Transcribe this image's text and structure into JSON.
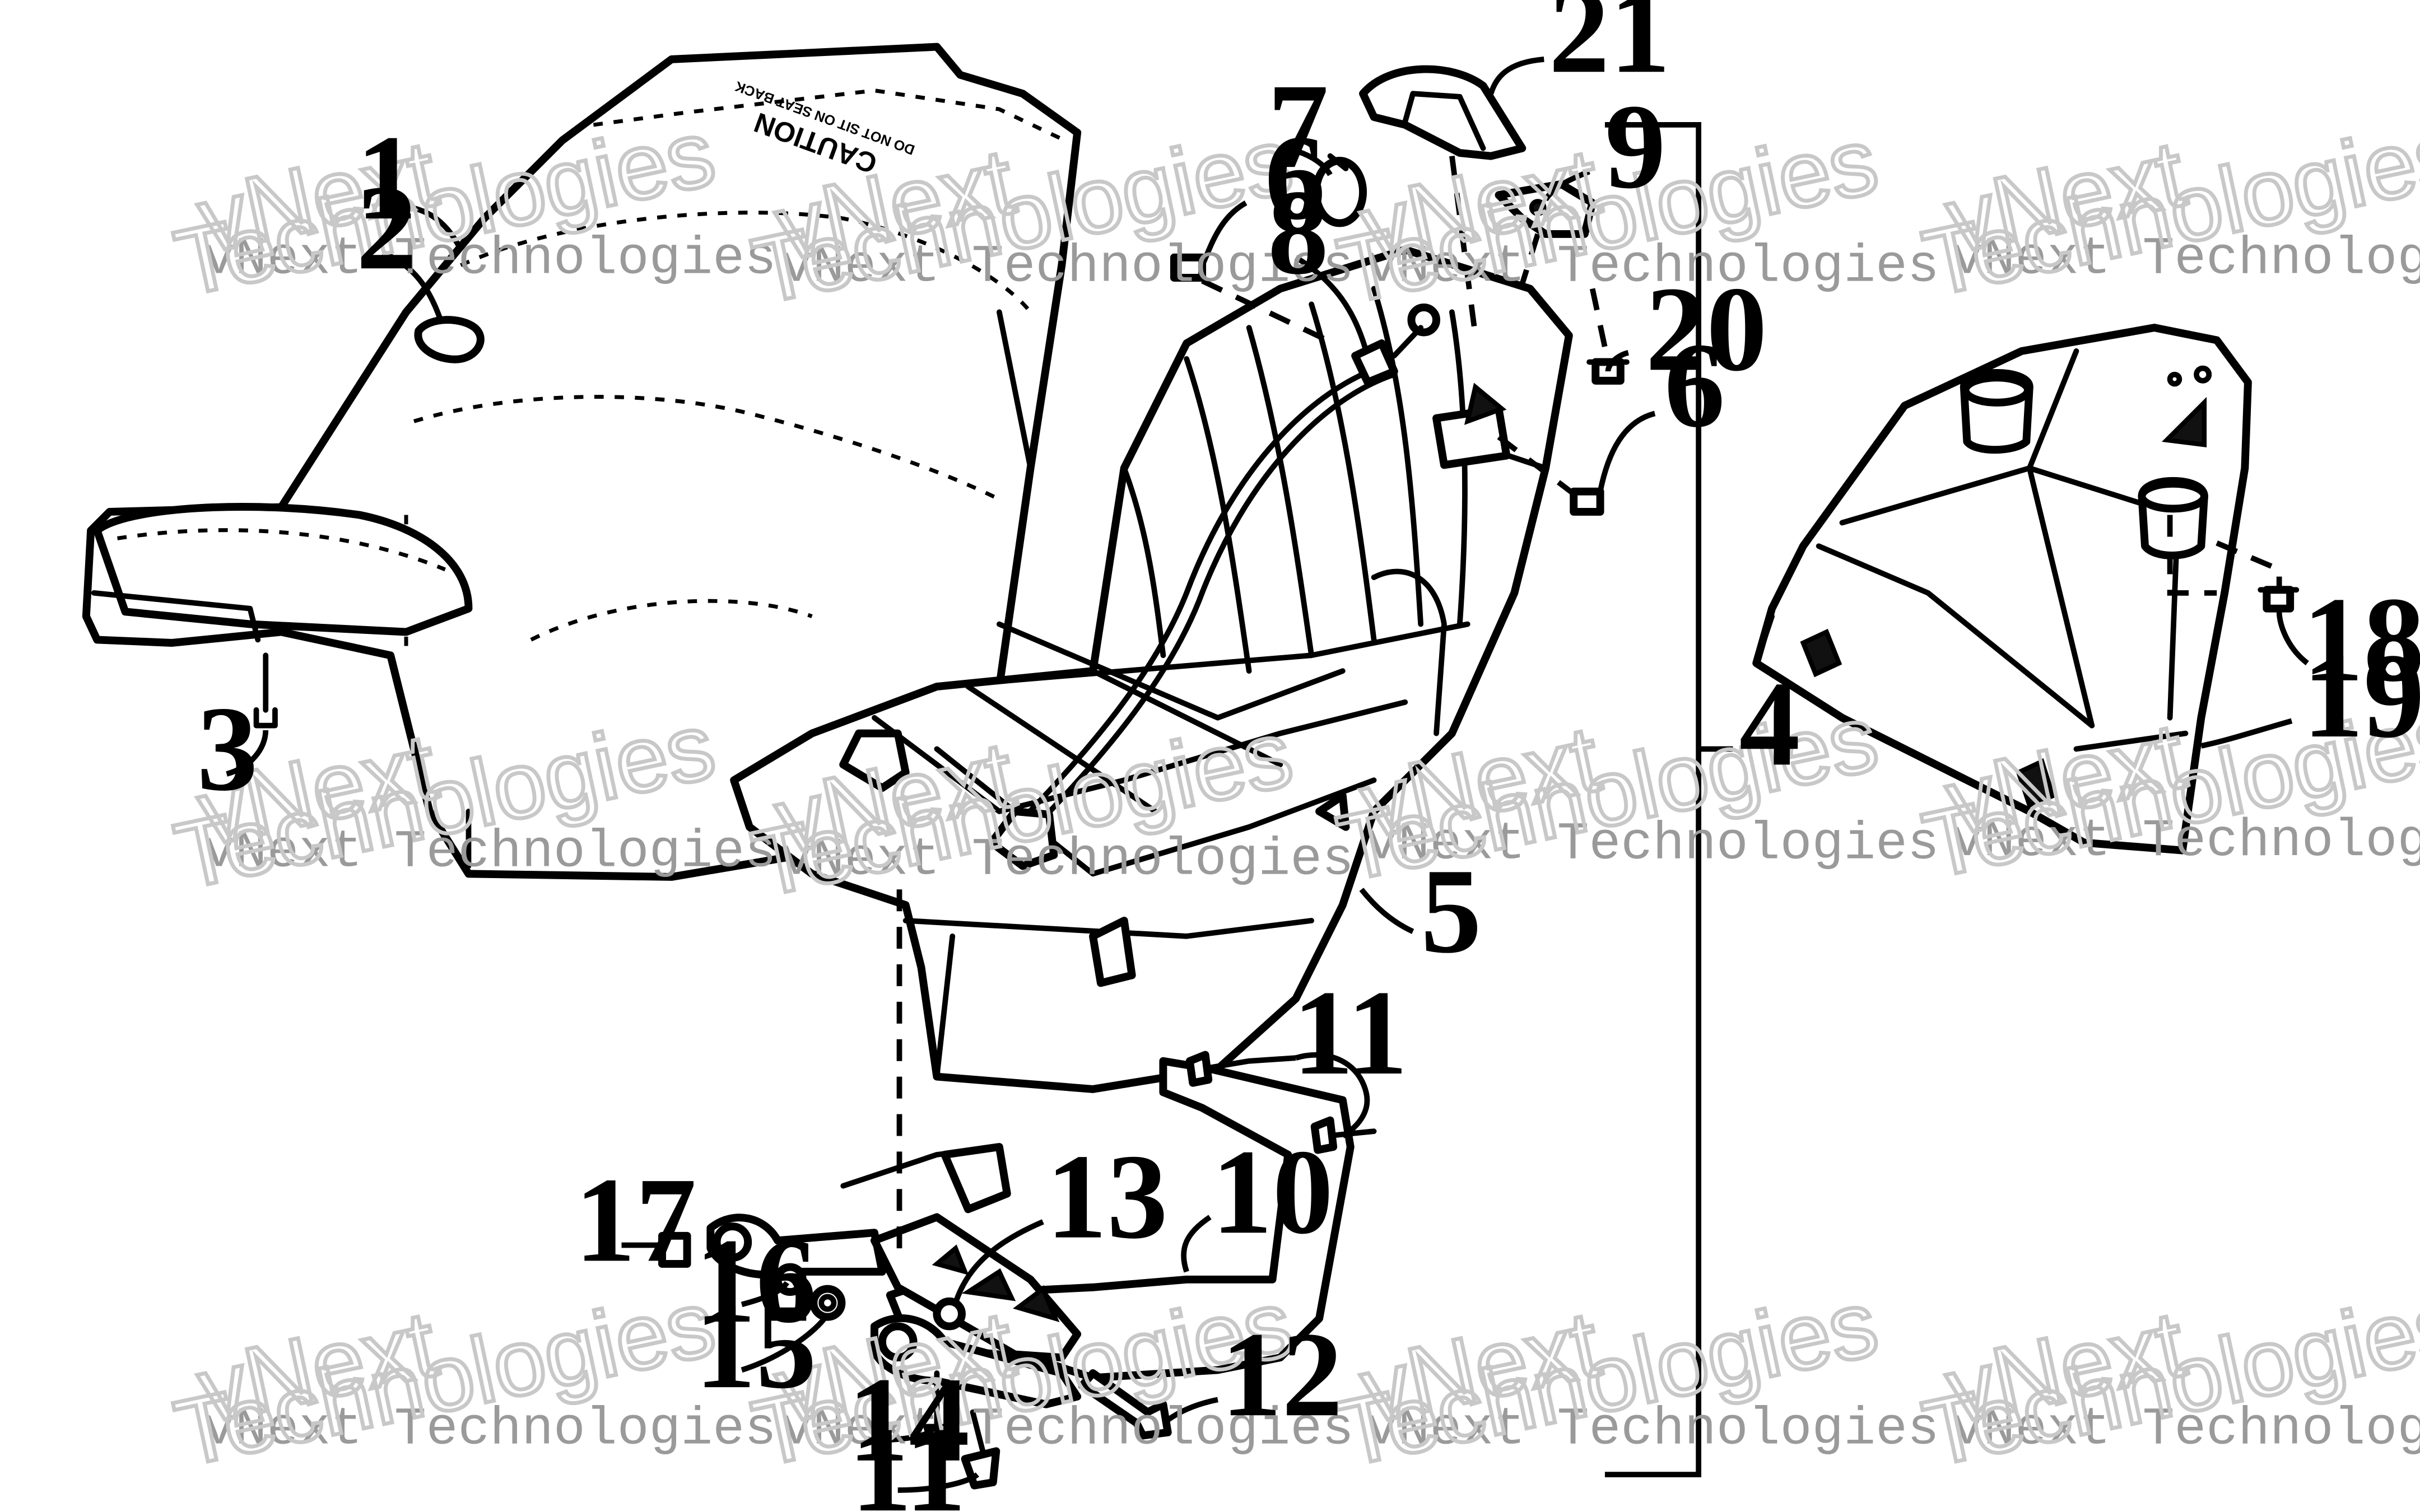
{
  "callouts": [
    {
      "id": "1",
      "label": "1"
    },
    {
      "id": "2",
      "label": "2"
    },
    {
      "id": "3",
      "label": "3"
    },
    {
      "id": "4",
      "label": "4"
    },
    {
      "id": "5",
      "label": "5"
    },
    {
      "id": "6a",
      "label": "6"
    },
    {
      "id": "6b",
      "label": "6"
    },
    {
      "id": "7",
      "label": "7"
    },
    {
      "id": "8",
      "label": "8"
    },
    {
      "id": "9",
      "label": "9"
    },
    {
      "id": "10",
      "label": "10"
    },
    {
      "id": "11a",
      "label": "11"
    },
    {
      "id": "11b",
      "label": "11"
    },
    {
      "id": "12",
      "label": "12"
    },
    {
      "id": "13",
      "label": "13"
    },
    {
      "id": "14",
      "label": "14"
    },
    {
      "id": "15",
      "label": "15"
    },
    {
      "id": "16",
      "label": "16"
    },
    {
      "id": "17",
      "label": "17"
    },
    {
      "id": "18",
      "label": "18"
    },
    {
      "id": "19",
      "label": "19"
    },
    {
      "id": "20",
      "label": "20"
    },
    {
      "id": "21",
      "label": "21"
    }
  ],
  "seat_label": {
    "caution": "CAUTION",
    "warning": "DO NOT SIT ON SEAT BACK"
  },
  "watermark": {
    "small": "vNext Technologies",
    "big_line1": "vNext",
    "big_line2": "Technologies"
  }
}
